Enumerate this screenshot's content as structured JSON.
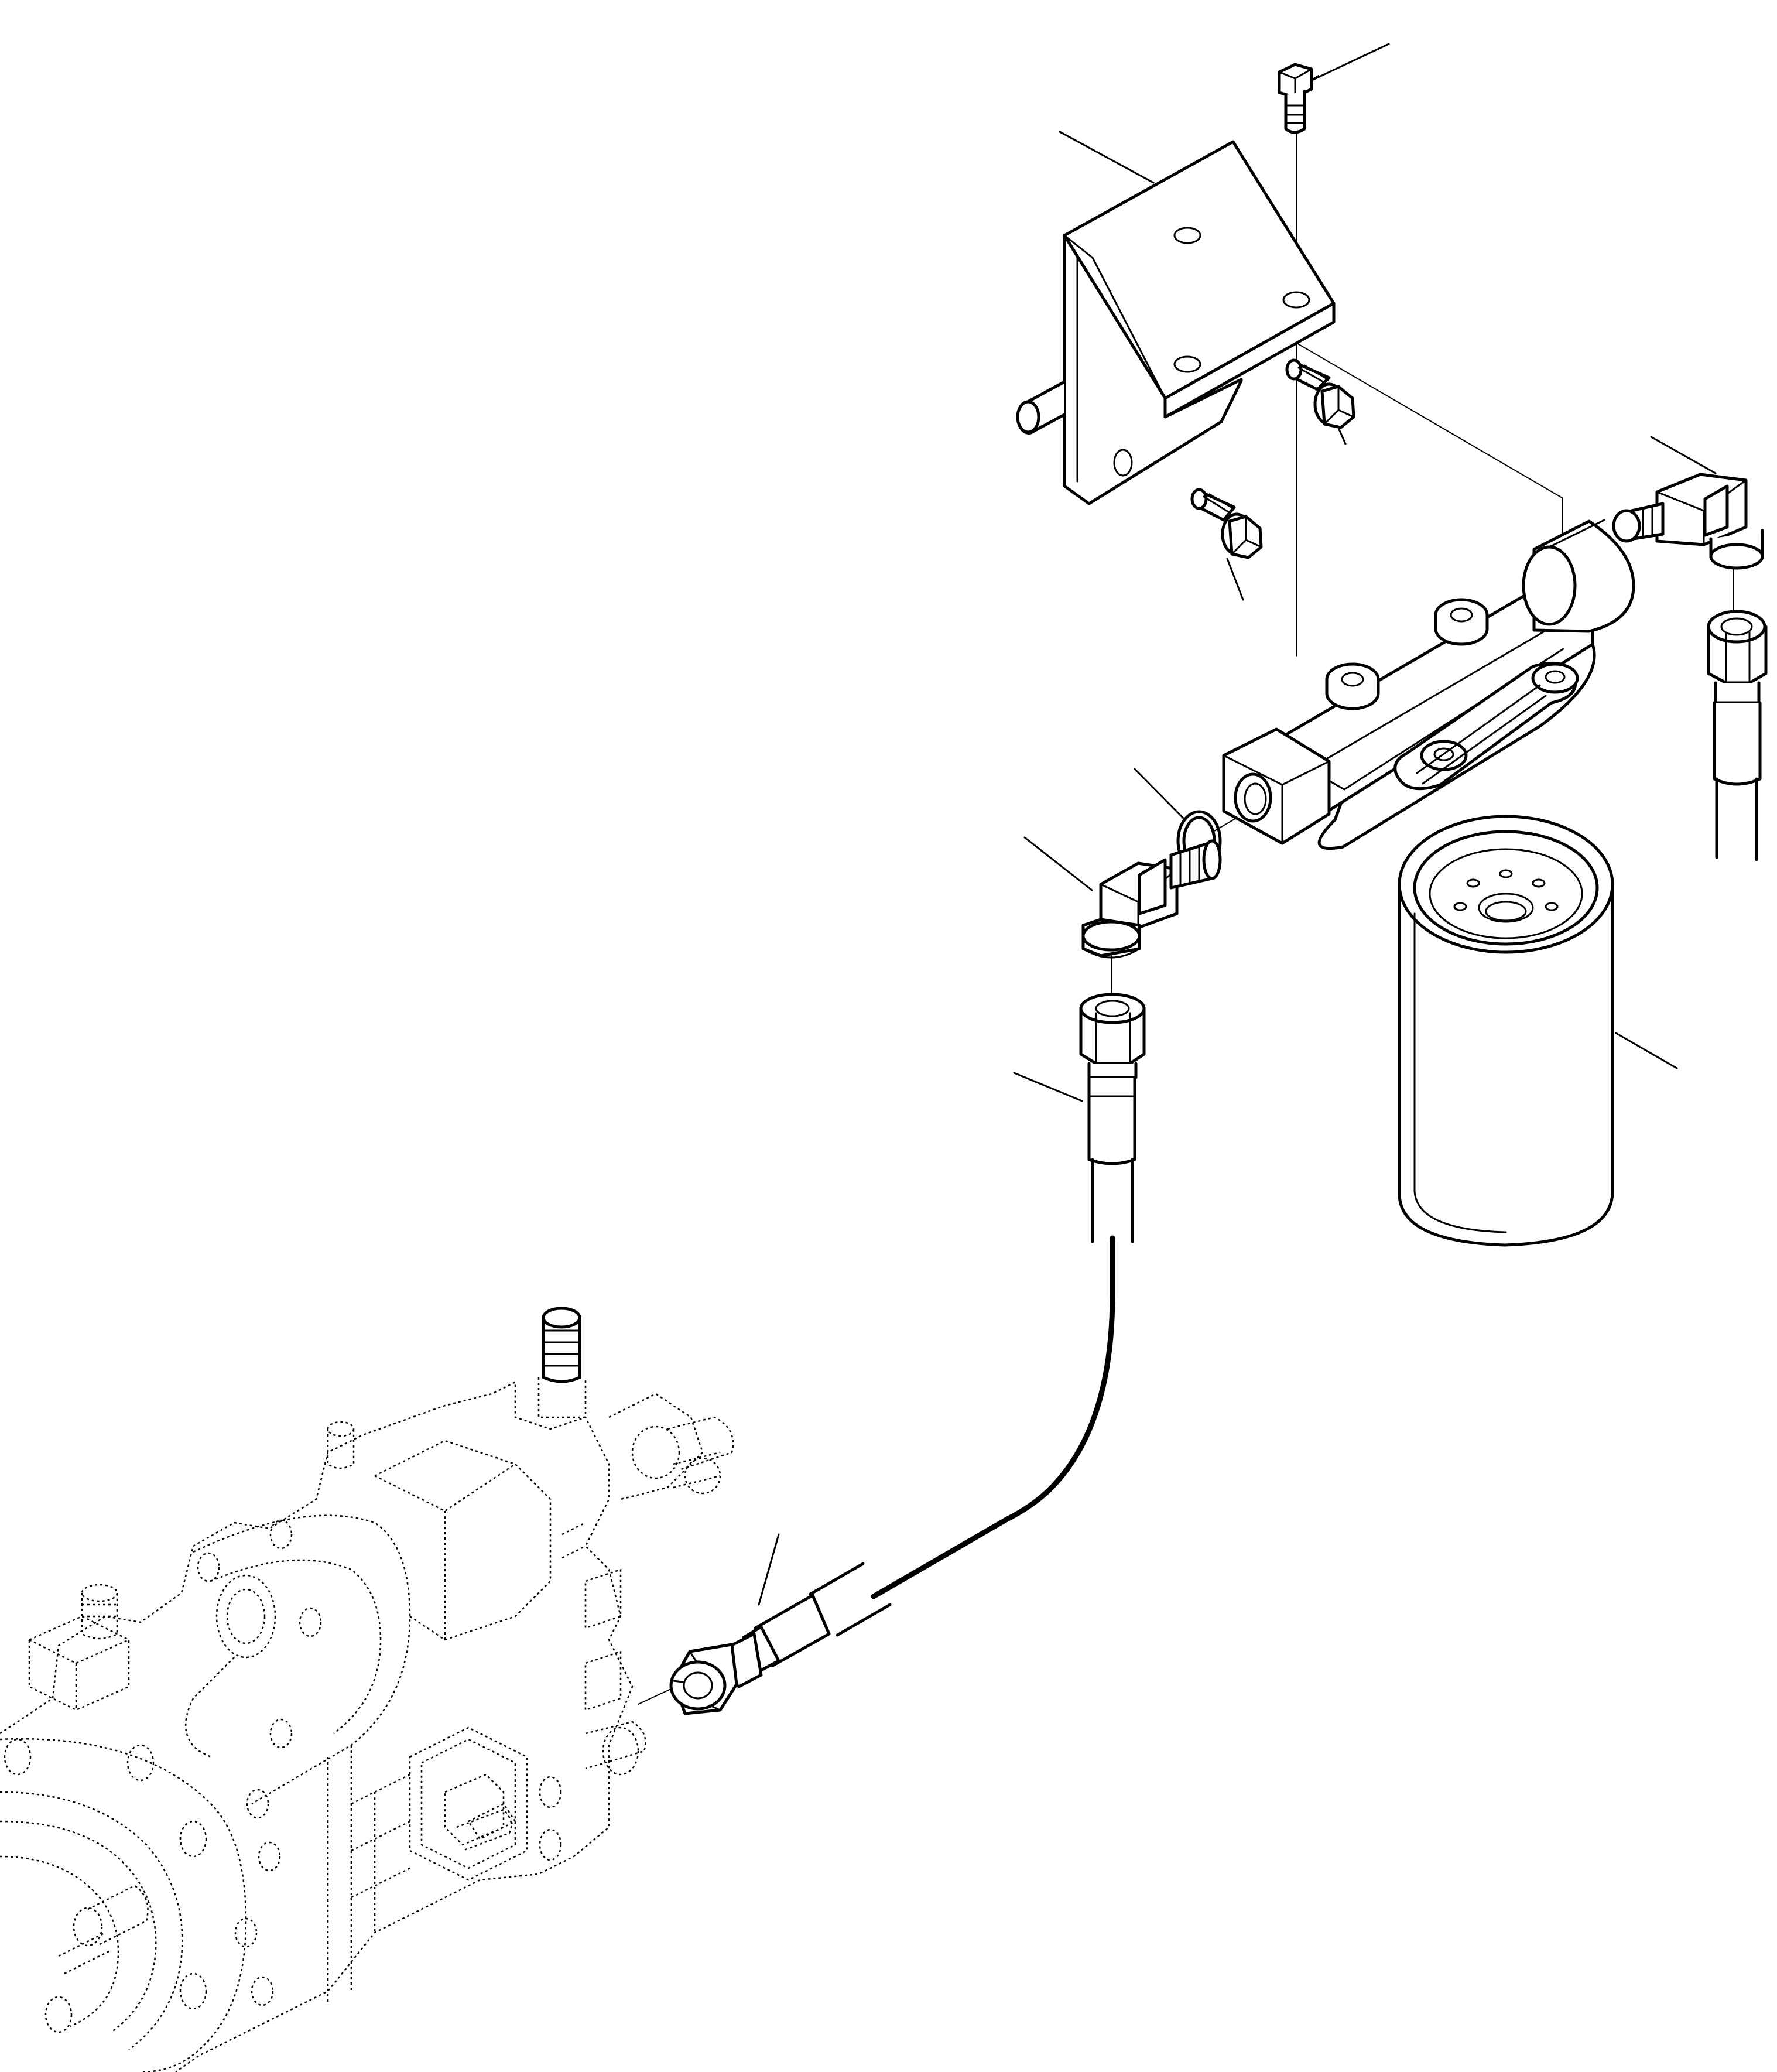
{
  "diagram": {
    "colors": {
      "line": "#000000",
      "background": "#ffffff"
    },
    "parts": [
      {
        "name": "mounting-bracket"
      },
      {
        "name": "hex-bolt-top"
      },
      {
        "name": "flange-bolt-upper"
      },
      {
        "name": "flange-bolt-lower"
      },
      {
        "name": "filter-head"
      },
      {
        "name": "o-ring"
      },
      {
        "name": "elbow-fitting-left"
      },
      {
        "name": "elbow-fitting-right"
      },
      {
        "name": "hose-assembly-left"
      },
      {
        "name": "hose-assembly-right"
      },
      {
        "name": "filter-cartridge"
      },
      {
        "name": "injection-pump"
      },
      {
        "name": "pump-hose-end-fitting"
      }
    ]
  }
}
